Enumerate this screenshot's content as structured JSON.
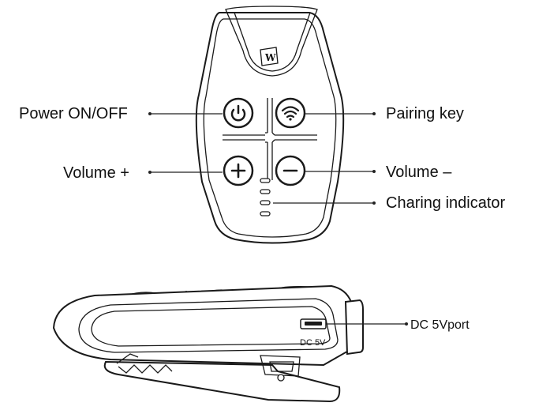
{
  "logo": {
    "letter": "W"
  },
  "labels": {
    "power": "Power ON/OFF",
    "volume_up": "Volume +",
    "pairing": "Pairing key",
    "volume_down": "Volume –",
    "charging": "Charing indicator",
    "dc_port": "DC 5Vport"
  },
  "buttons": {
    "power_symbol": "⏻",
    "plus_symbol": "+",
    "minus_symbol": "−"
  },
  "side_view": {
    "port_marking": "DC  5V"
  },
  "colors": {
    "ink": "#1a1a1a",
    "background": "#ffffff"
  }
}
